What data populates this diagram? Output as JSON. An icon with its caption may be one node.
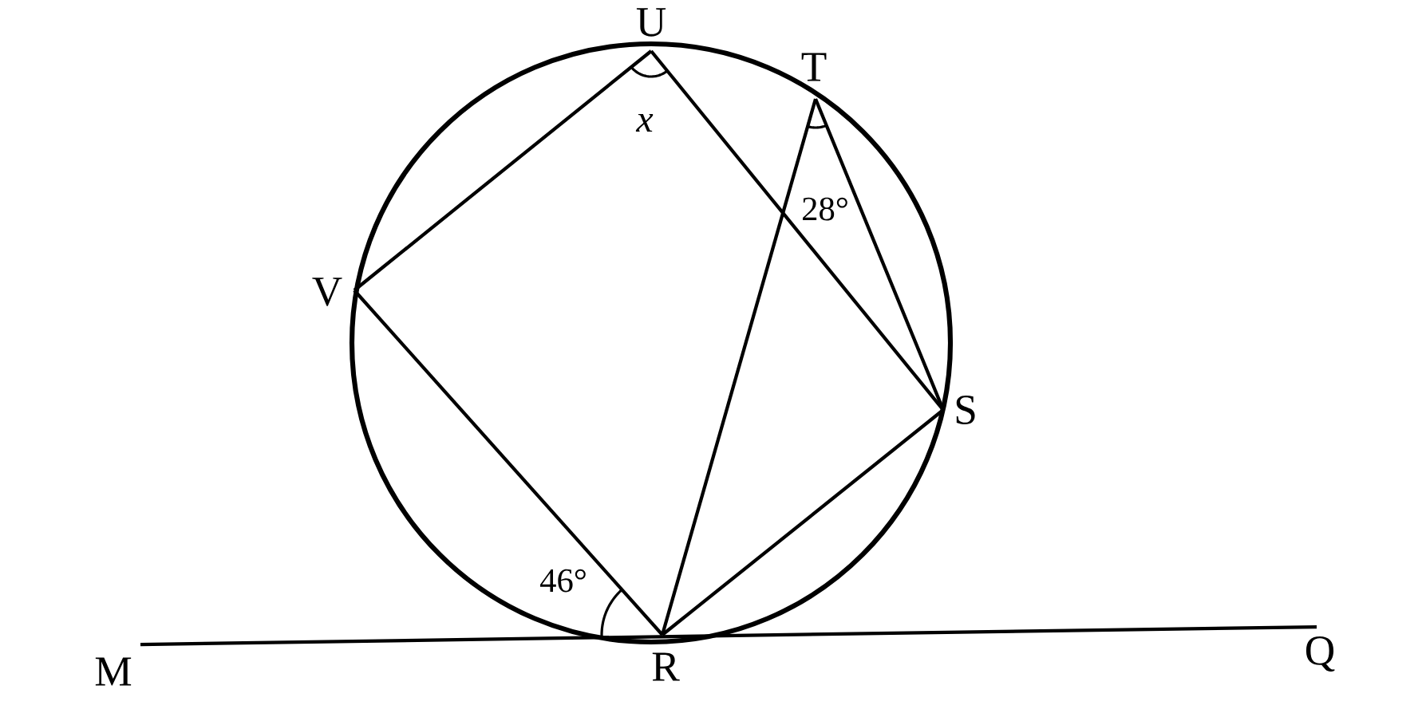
{
  "diagram": {
    "nodes": [
      {
        "text": [
          "U"
        ]
      },
      {
        "text": [
          "T"
        ]
      },
      {
        "text": [
          "V"
        ]
      },
      {
        "text": [
          "S"
        ]
      },
      {
        "text": [
          "R"
        ]
      },
      {
        "text": [
          "M"
        ]
      },
      {
        "text": [
          "Q"
        ]
      }
    ],
    "edges": [
      {
        "from": 0,
        "to": 2,
        "arrow": "none"
      },
      {
        "from": 0,
        "to": 3,
        "arrow": "none"
      },
      {
        "from": 2,
        "to": 4,
        "arrow": "none"
      },
      {
        "from": 4,
        "to": 3,
        "arrow": "none"
      },
      {
        "from": 4,
        "to": 1,
        "arrow": "none"
      },
      {
        "from": 1,
        "to": 3,
        "arrow": "none"
      },
      {
        "from": 5,
        "to": 6,
        "arrow": "none"
      }
    ],
    "labels": [
      "x",
      "28°",
      "46°"
    ]
  }
}
